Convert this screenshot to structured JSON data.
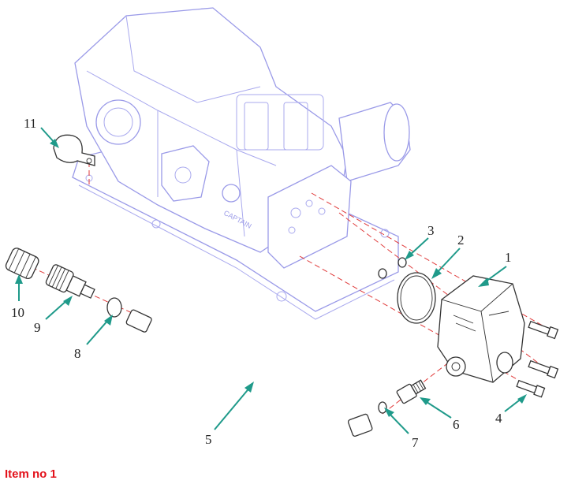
{
  "diagram": {
    "brand_text": "CAPTAIN",
    "callouts": [
      "1",
      "2",
      "3",
      "4",
      "5",
      "6",
      "7",
      "8",
      "9",
      "10",
      "11"
    ]
  },
  "caption": {
    "text": "Item no 1"
  },
  "colors": {
    "housing": "#9a9ae8",
    "leader": "#1f9a8a",
    "centerline": "#e03a3a",
    "caption": "#e3121b"
  }
}
